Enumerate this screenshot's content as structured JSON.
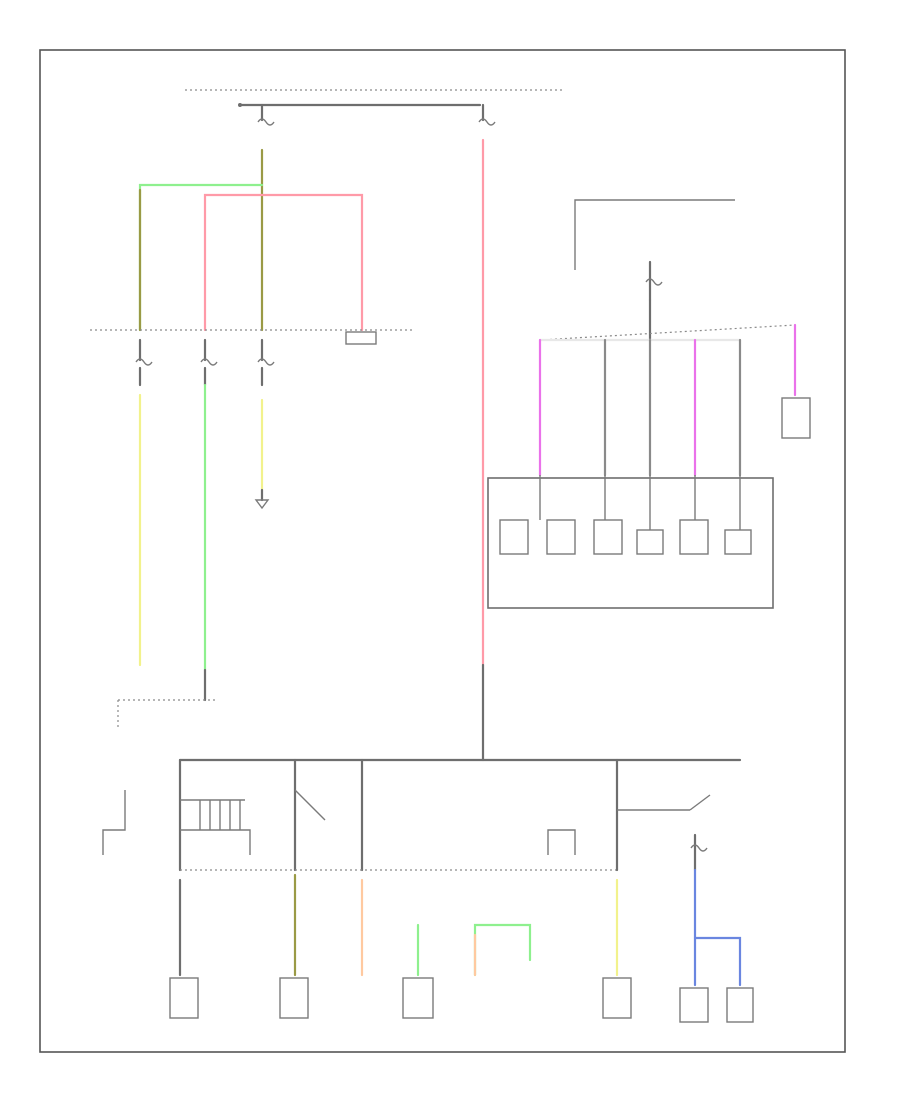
{
  "diagram": {
    "label": "",
    "colors": {
      "green": "#8ef08e",
      "red": "#ff9aa8",
      "olive": "#9a9a45",
      "yellow": "#f2f28c",
      "pink": "#ea72ea",
      "orange": "#ffc9a0",
      "blue": "#6a86e0",
      "black": "#6e6e6e"
    },
    "icons": [
      "ground-symbol",
      "relay-symbol",
      "fuse-symbol",
      "switch-symbol",
      "motor-symbol"
    ]
  }
}
